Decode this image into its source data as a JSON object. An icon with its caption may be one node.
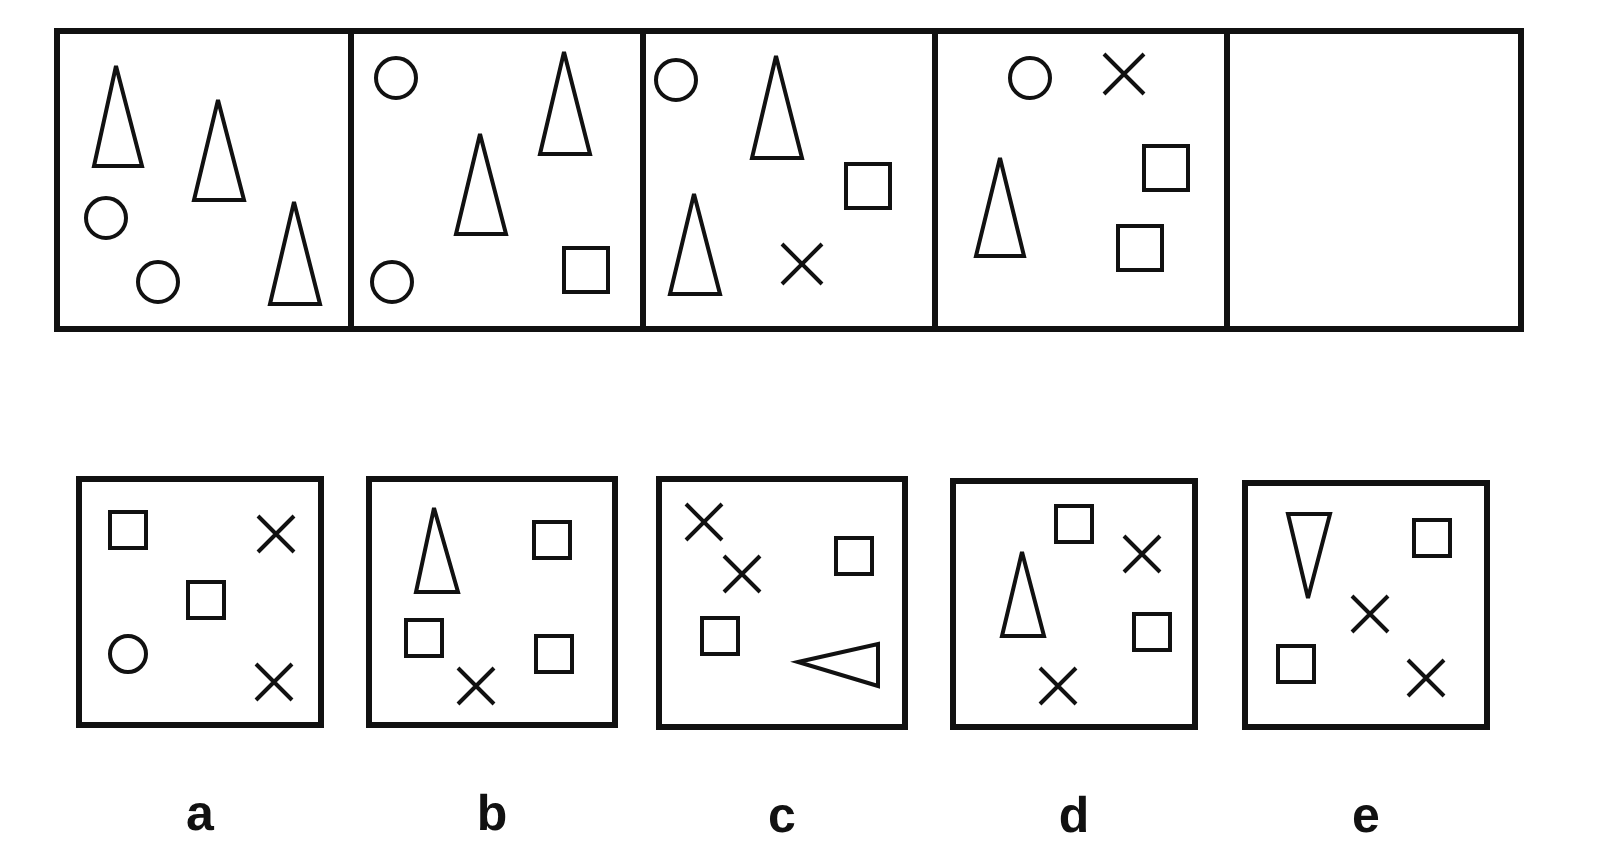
{
  "diagram": {
    "nodes": [
      {
        "text": [],
        "shape": "box"
      },
      {
        "text": [],
        "shape": "box"
      },
      {
        "text": [],
        "shape": "box"
      },
      {
        "text": [],
        "shape": "box"
      },
      {
        "text": [],
        "shape": "box"
      },
      {
        "text": [],
        "shape": "box",
        "beside": [
          "a"
        ]
      },
      {
        "text": [],
        "shape": "box",
        "beside": [
          "b"
        ]
      },
      {
        "text": [],
        "shape": "box",
        "beside": [
          "c"
        ]
      },
      {
        "text": [],
        "shape": "box",
        "beside": [
          "d"
        ]
      },
      {
        "text": [],
        "shape": "box",
        "beside": [
          "e"
        ]
      }
    ]
  }
}
